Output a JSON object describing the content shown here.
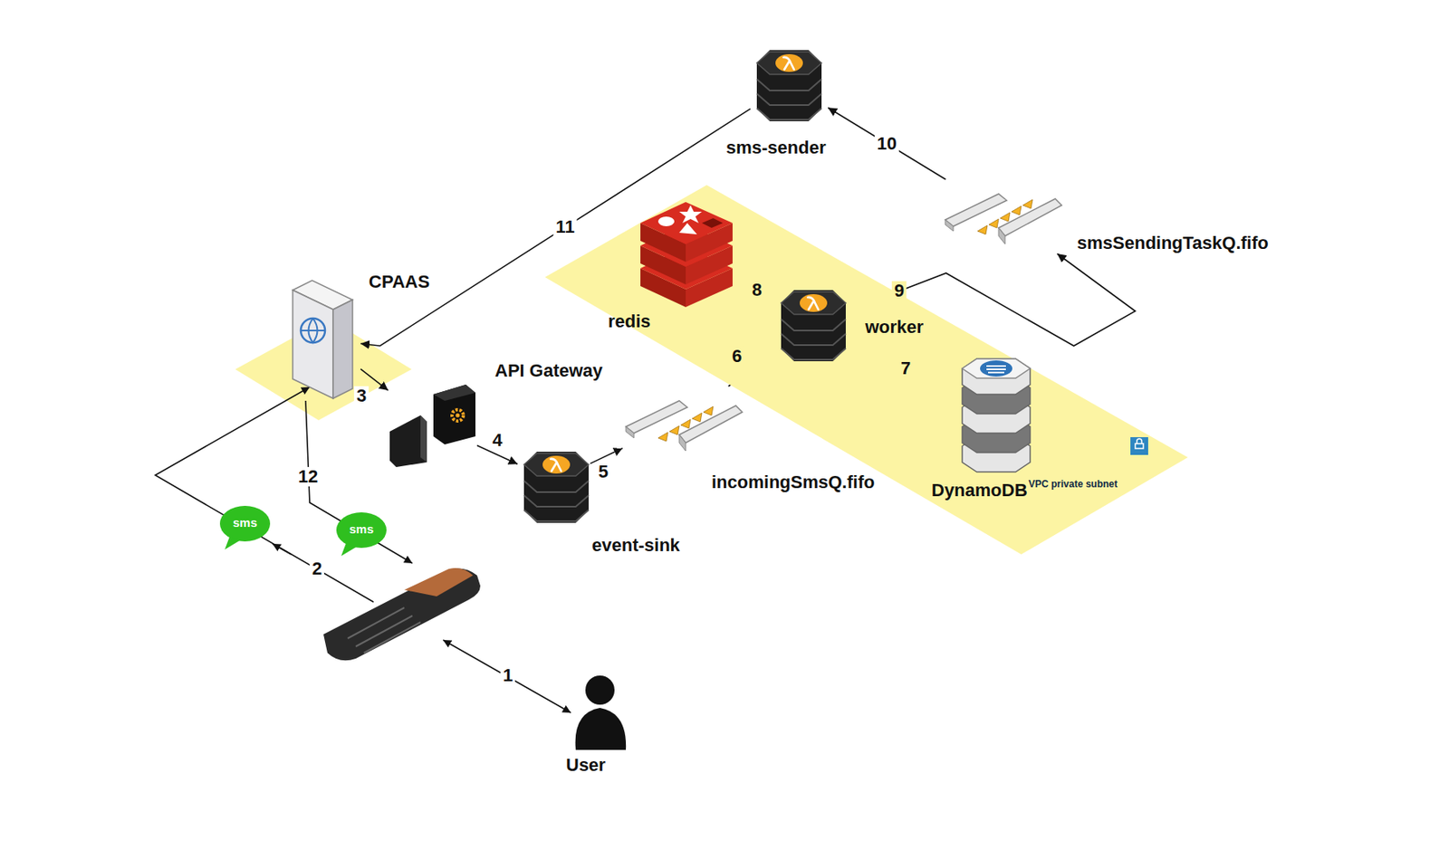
{
  "diagram": {
    "nodes": [
      {
        "text": [
          "sms-sender"
        ]
      },
      {
        "text": [
          "smsSendingTaskQ.fifo"
        ]
      },
      {
        "text": [
          "VPC private subnet"
        ]
      },
      {
        "text": [
          "redis"
        ],
        "in": 2
      },
      {
        "text": [
          "worker"
        ],
        "in": 2
      },
      {
        "text": [
          "DynamoDB"
        ],
        "in": 2
      },
      {
        "text": [
          "CPAAS"
        ]
      },
      {
        "text": [
          "API Gateway"
        ]
      },
      {
        "text": [
          "event-sink"
        ]
      },
      {
        "text": [
          "incomingSmsQ.fifo"
        ]
      },
      {
        "text": [
          "User"
        ]
      }
    ],
    "edges": [
      {
        "from": 6,
        "to": 7,
        "label": "3",
        "arrow": "to"
      },
      {
        "from": 7,
        "to": 8,
        "label": "4",
        "arrow": "to"
      },
      {
        "from": 8,
        "to": 9,
        "label": "5",
        "arrow": "to"
      },
      {
        "from": 9,
        "to": 4,
        "label": "6",
        "arrow": "to"
      },
      {
        "from": 4,
        "to": 5,
        "label": "7",
        "arrow": "to"
      },
      {
        "from": 4,
        "to": 3,
        "label": "8",
        "arrow": "to"
      },
      {
        "from": 4,
        "to": 1,
        "label": "9",
        "arrow": "to"
      },
      {
        "from": 1,
        "to": 0,
        "label": "10",
        "arrow": "to"
      },
      {
        "from": 0,
        "to": 6,
        "label": "11",
        "arrow": "to"
      }
    ],
    "labels": [
      "1",
      "2",
      "12",
      "sms",
      "sms"
    ]
  }
}
